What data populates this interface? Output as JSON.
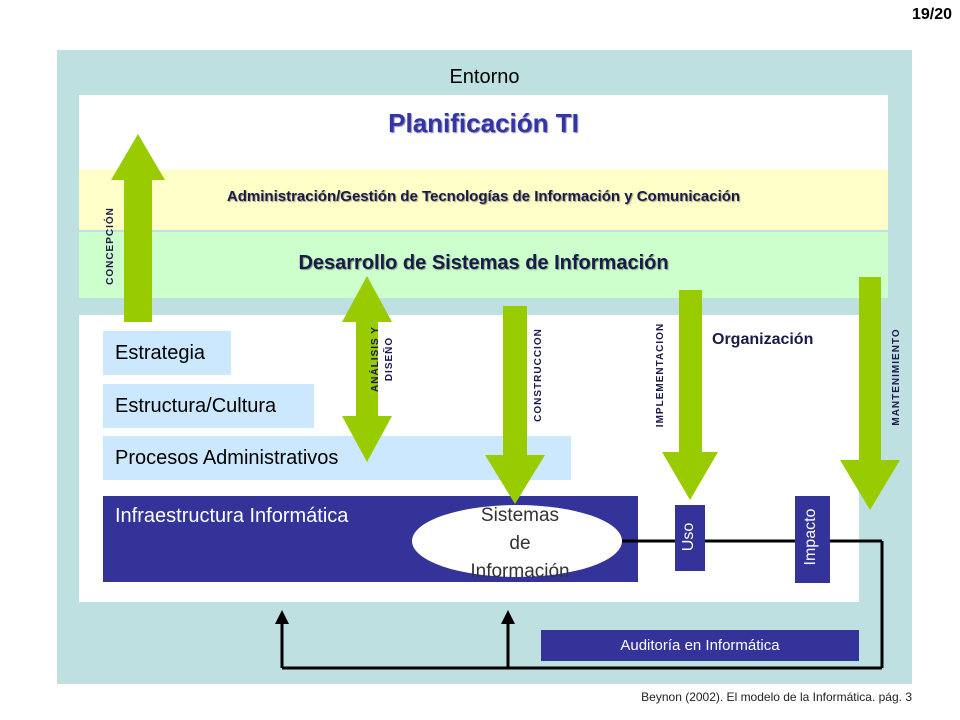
{
  "page_number": "19/20",
  "entorno": "Entorno",
  "title": "Planificación TI",
  "admin_band": "Administración/Gestión de Tecnologías de Información y Comunicación",
  "desarrollo_band": "Desarrollo de Sistemas de Información",
  "organizacion": "Organización",
  "layers": {
    "estrategia": "Estrategia",
    "estructura": "Estructura/Cultura",
    "procesos": "Procesos Administrativos",
    "infraestructura": "Infraestructura Informática"
  },
  "sistemas": [
    "Sistemas",
    "de",
    "Información"
  ],
  "uso": "Uso",
  "impacto": "Impacto",
  "auditoria": "Auditoría en Informática",
  "phases": {
    "concepcion": "CONCEPCIÓN",
    "analisis_1": "ANÁLISIS Y",
    "analisis_2": "DISEÑO",
    "construccion": "CONSTRUCCION",
    "implementacion": "IMPLEMENTACION",
    "mantenimiento": "MANTENIMIENTO"
  },
  "colors": {
    "arrow_green": "#99cc00",
    "navy": "#333399",
    "entorno_bg": "#bfe0e1",
    "yellow_band": "#ffffc7",
    "green_band": "#ccffcc",
    "light_blue": "#cce8ff"
  },
  "footer": "Beynon (2002).  El modelo de la Informática. pág. 3"
}
